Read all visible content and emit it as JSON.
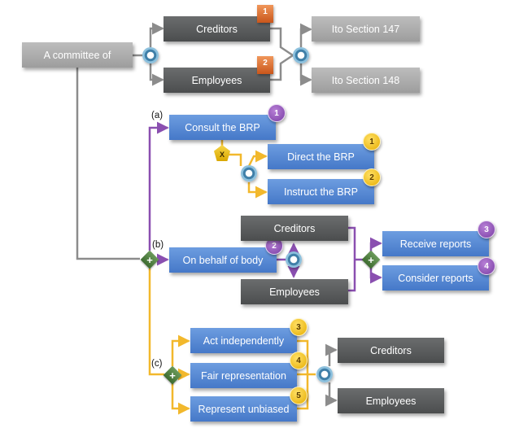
{
  "root": {
    "label": "A committee of"
  },
  "top": {
    "creditors": "Creditors",
    "employees": "Employees",
    "flag_creditors": "1",
    "flag_employees": "2",
    "section_147": "Ito  Section 147",
    "section_148": "Ito Section 148"
  },
  "branch_a": {
    "marker": "(a)",
    "consult": "Consult the BRP",
    "consult_badge": "1",
    "gateway": "X",
    "direct": "Direct the BRP",
    "direct_badge": "1",
    "instruct": "Instruct the BRP",
    "instruct_badge": "2"
  },
  "branch_b": {
    "marker": "(b)",
    "gateway": "+",
    "behalf": "On behalf of body",
    "behalf_badge": "2",
    "creditors": "Creditors",
    "employees": "Employees",
    "join_gateway": "+",
    "receive": "Receive reports",
    "receive_badge": "3",
    "consider": "Consider reports",
    "consider_badge": "4"
  },
  "branch_c": {
    "marker": "(c)",
    "gateway": "+",
    "act": "Act independently",
    "act_badge": "3",
    "fair": "Fair representation",
    "fair_badge": "4",
    "represent": "Represent unbiased",
    "represent_badge": "5",
    "creditors": "Creditors",
    "employees": "Employees"
  },
  "colors": {
    "grey_connector": "#8c8c8c",
    "purple_connector": "#8a4fb0",
    "yellow_connector": "#f2b82c",
    "blue_node": "#5589d6",
    "dark_node": "#5a5c5d",
    "light_node": "#a9a9a9"
  }
}
